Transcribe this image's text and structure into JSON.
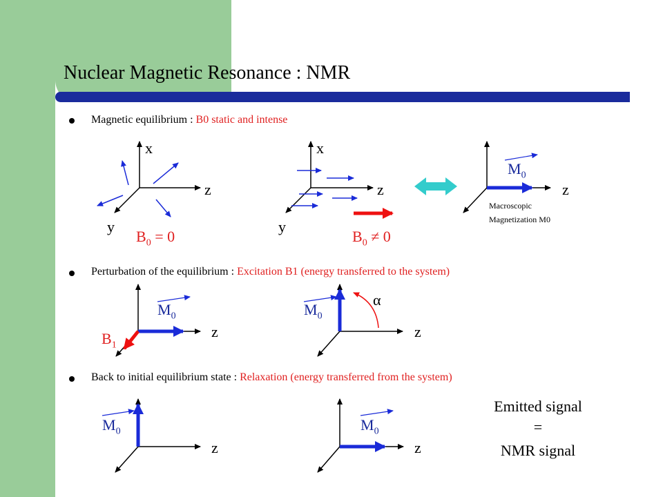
{
  "title": "Nuclear Magnetic Resonance : NMR",
  "bullets": [
    {
      "text": "Magnetic equilibrium : ",
      "highlight": "B0 static and intense"
    },
    {
      "text": "Perturbation of the equilibrium : ",
      "highlight": "Excitation B1 (energy transferred to the system)"
    },
    {
      "text": "Back to initial equilibrium state : ",
      "highlight": "Relaxation (energy transferred from the system)"
    }
  ],
  "axes": {
    "x": "x",
    "y": "y",
    "z": "z"
  },
  "labels": {
    "b0_zero": "B",
    "b0_zero_sub": "0",
    "b0_zero_rest": " = 0",
    "b0_nonzero": "B",
    "b0_nonzero_sub": "0",
    "b0_nonzero_rest": " ≠ 0",
    "m0": "M",
    "m0_sub": "0",
    "b1": "B",
    "b1_sub": "1",
    "alpha": "α",
    "macro_line1": "Macroscopic",
    "macro_line2": "Magnetization M0"
  },
  "signal": {
    "line1": "Emitted signal",
    "line2": "=",
    "line3": "NMR signal"
  },
  "colors": {
    "sidebar": "#99cc99",
    "rule": "#1a2b9c",
    "highlight": "#e02020",
    "vector_blue": "#1a2bd8",
    "vector_red": "#ee1111",
    "double_arrow": "#33cccc"
  }
}
